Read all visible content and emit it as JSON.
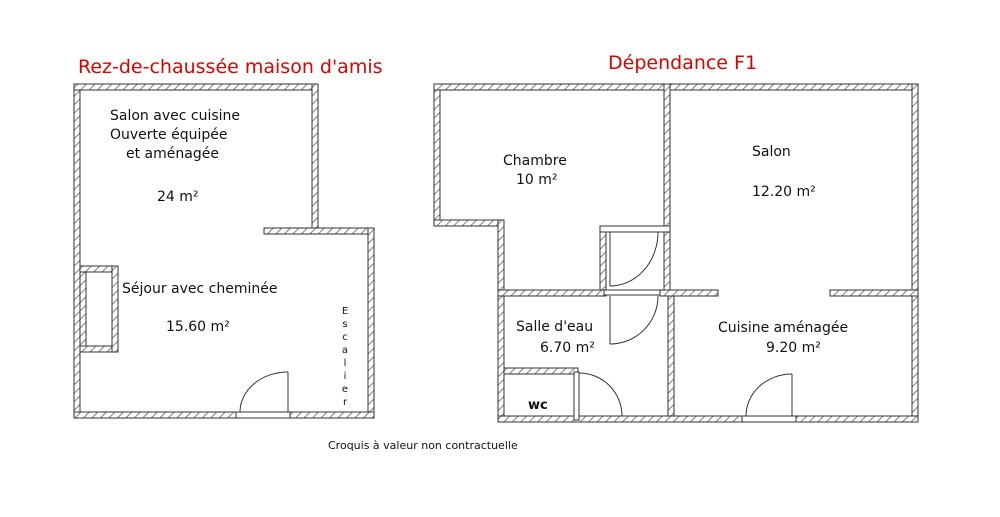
{
  "plans": [
    {
      "title": "Rez-de-chaussée maison d'amis",
      "rooms": [
        {
          "name_lines": [
            "Salon  avec cuisine",
            "Ouverte équipée",
            "et aménagée"
          ],
          "area": "24 m²"
        },
        {
          "name": "Séjour avec cheminée",
          "area": "15.60 m²"
        }
      ],
      "stair_label": "Escalier"
    },
    {
      "title": "Dépendance F1",
      "rooms": [
        {
          "name": "Chambre",
          "area": "10 m²"
        },
        {
          "name": "Salon",
          "area": "12.20 m²"
        },
        {
          "name": "Salle d'eau",
          "area": "6.70 m²"
        },
        {
          "name": "Cuisine aménagée",
          "area": "9.20 m²"
        },
        {
          "name": "wc"
        }
      ]
    }
  ],
  "footer_note": "Croquis à valeur non contractuelle",
  "colors": {
    "title": "#e00000",
    "wall": "#333333"
  }
}
